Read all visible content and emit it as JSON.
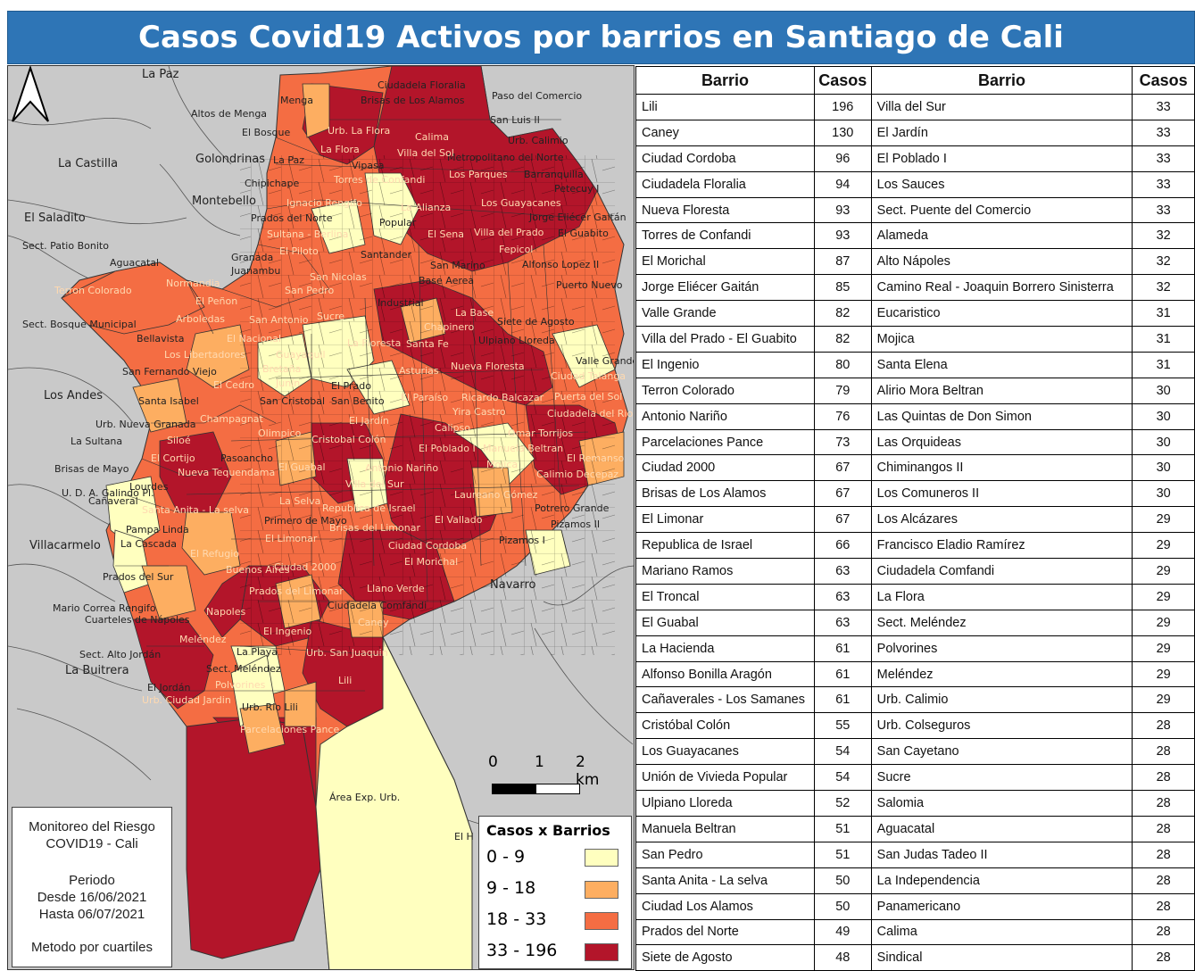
{
  "title": "Casos Covid19 Activos por barrios en Santiago de Cali",
  "info_box": {
    "line1": "Monitoreo del Riesgo",
    "line2": "COVID19 - Cali",
    "line3": "Periodo",
    "line4": "Desde 16/06/2021",
    "line5": "Hasta 06/07/2021",
    "line6": "Metodo por cuartiles"
  },
  "scale": {
    "t0": "0",
    "t1": "1",
    "t2": "2 km"
  },
  "legend": {
    "title": "Casos x Barrios",
    "items": [
      {
        "label": "0 - 9",
        "color": "#ffffbf"
      },
      {
        "label": "9 - 18",
        "color": "#fdae61"
      },
      {
        "label": "18 - 33",
        "color": "#f46d43"
      },
      {
        "label": "33 - 196",
        "color": "#b3152a"
      }
    ]
  },
  "map_labels": {
    "outer": [
      "La Paz",
      "La Castilla",
      "El Saladito",
      "Sect. Patio Bonito",
      "Montebello",
      "Golondrinas",
      "Terron Colorado",
      "Sect. Bosque Municipal",
      "Los Andes",
      "La Sultana",
      "Brisas de Mayo",
      "U. D. A. Galindo Pl.",
      "Villacarmelo",
      "Mario Correa Rengifo",
      "Sect. Alto Jordán",
      "La Buitrera",
      "Navarro",
      "Área Exp. Urb.",
      "Pizamos I",
      "Paso del Comercio",
      "El H"
    ],
    "inner": [
      "Ciudadela Floralia",
      "Brisas de Los Alamos",
      "Menga",
      "Altos de Menga",
      "El Bosque",
      "La Paz",
      "Chipichape",
      "Urb. La Flora",
      "La Flora",
      "Calima",
      "San Luis II",
      "Urb. Calimio",
      "Metropolitano del Norte",
      "Barranquilla",
      "Petecuy I",
      "Villa del Sol",
      "Vipasa",
      "Los Parques",
      "Torres de Confandi",
      "Ignacio Rengifo",
      "Prados del Norte",
      "La Alianza",
      "Los Guayacanes",
      "Jorge Eliécer Gaitán",
      "El Guabito",
      "Villa del Prado",
      "El Sena",
      "Popular",
      "Sultana - Berlina",
      "Fepicol",
      "Alfonso Lopez II",
      "San Marino",
      "Base Aerea",
      "Puerto Nuevo",
      "Aguacatal",
      "Granada",
      "El Piloto",
      "Santander",
      "Juanambu",
      "San Nicolas",
      "San Pedro",
      "Normandia",
      "El Peñon",
      "Industrial",
      "La Base",
      "Siete de Agosto",
      "Arboledas",
      "San Antonio",
      "Sucre",
      "Chapinero",
      "Bellavista",
      "El Nacional",
      "La Floresta",
      "Santa Fe",
      "Ulpiano Lloreda",
      "Los Libertadores",
      "Guayaquil",
      "Valle Grande",
      "San Fernando Viejo",
      "Bretaña",
      "Asturias",
      "Nueva Floresta",
      "Ciudad Talanga",
      "El Cedro",
      "Junín",
      "El Prado",
      "Santa Isabel",
      "San Cristobal",
      "San Benito",
      "El Paraíso",
      "Ricardo Balcazar",
      "Puerta del Sol",
      "Yira Castro",
      "Urb. Nueva Granada",
      "Champagnat",
      "El Jardín",
      "Ciudadela del Rio",
      "Calipso",
      "Omar Torrijos",
      "Olimpico",
      "Cristobal Colón",
      "Siloé",
      "El Poblado I",
      "Manuela Beltran",
      "El Cortijo",
      "Pasoancho",
      "El Remanso",
      "Mojica",
      "Calimio Decepaz",
      "El Guabal",
      "Antonio Nariño",
      "Nueva Tequendama",
      "Villa del Sur",
      "Lourdes",
      "La Selva",
      "Laureano Gómez",
      "Cañaveral",
      "Santa Anita - La selva",
      "Republica de Israel",
      "Potrero Grande",
      "Primero de Mayo",
      "El Vallado",
      "Pizamos II",
      "Pampa Linda",
      "La Cascada",
      "Brisas del Limonar",
      "El Limonar",
      "Ciudad Cordoba",
      "El Refugio",
      "Ciudad 2000",
      "El Morichal",
      "Buenos Aires",
      "Prados del Sur",
      "Prados del Limonar",
      "Llano Verde",
      "Ciudadela Comfandi",
      "Napoles",
      "Cuarteles de Nápoles",
      "Caney",
      "El Ingenio",
      "Meléndez",
      "La Playa",
      "Urb. San Juaquin",
      "Sect. Meléndez",
      "El Jordán",
      "Lili",
      "Polvorines",
      "Urb. Rio Lili",
      "Urb. Ciudad Jardin",
      "Parcelaciones Pance"
    ]
  },
  "table": {
    "headers": [
      "Barrio",
      "Casos",
      "Barrio",
      "Casos"
    ],
    "rows": [
      [
        "Lili",
        "196",
        "Villa del Sur",
        "33"
      ],
      [
        "Caney",
        "130",
        "El Jardín",
        "33"
      ],
      [
        "Ciudad Cordoba",
        "96",
        "El Poblado I",
        "33"
      ],
      [
        "Ciudadela Floralia",
        "94",
        "Los Sauces",
        "33"
      ],
      [
        "Nueva Floresta",
        "93",
        "Sect. Puente del Comercio",
        "33"
      ],
      [
        "Torres de Confandi",
        "93",
        "Alameda",
        "32"
      ],
      [
        "El Morichal",
        "87",
        "Alto Nápoles",
        "32"
      ],
      [
        "Jorge Eliécer Gaitán",
        "85",
        "Camino Real - Joaquin Borrero Sinisterra",
        "32"
      ],
      [
        "Valle Grande",
        "82",
        "Eucaristico",
        "31"
      ],
      [
        "Villa del Prado - El Guabito",
        "82",
        "Mojica",
        "31"
      ],
      [
        "El Ingenio",
        "80",
        "Santa Elena",
        "31"
      ],
      [
        "Terron Colorado",
        "79",
        "Alirio Mora Beltran",
        "30"
      ],
      [
        "Antonio Nariño",
        "76",
        "Las Quintas de Don Simon",
        "30"
      ],
      [
        "Parcelaciones Pance",
        "73",
        "Las Orquideas",
        "30"
      ],
      [
        "Ciudad 2000",
        "67",
        "Chiminangos II",
        "30"
      ],
      [
        "Brisas de Los Alamos",
        "67",
        "Los Comuneros II",
        "30"
      ],
      [
        "El Limonar",
        "67",
        "Los Alcázares",
        "29"
      ],
      [
        "Republica de Israel",
        "66",
        "Francisco Eladio Ramírez",
        "29"
      ],
      [
        "Mariano Ramos",
        "63",
        "Ciudadela Comfandi",
        "29"
      ],
      [
        "El Troncal",
        "63",
        "La Flora",
        "29"
      ],
      [
        "El Guabal",
        "63",
        "Sect. Meléndez",
        "29"
      ],
      [
        "La Hacienda",
        "61",
        "Polvorines",
        "29"
      ],
      [
        "Alfonso Bonilla Aragón",
        "61",
        "Meléndez",
        "29"
      ],
      [
        "Cañaverales - Los Samanes",
        "61",
        "Urb. Calimio",
        "29"
      ],
      [
        "Cristóbal Colón",
        "55",
        "Urb. Colseguros",
        "28"
      ],
      [
        "Los Guayacanes",
        "54",
        "San Cayetano",
        "28"
      ],
      [
        "Unión de Vivieda Popular",
        "54",
        "Sucre",
        "28"
      ],
      [
        "Ulpiano Lloreda",
        "52",
        "Salomia",
        "28"
      ],
      [
        "Manuela Beltran",
        "51",
        "Aguacatal",
        "28"
      ],
      [
        "San Pedro",
        "51",
        "San Judas Tadeo II",
        "28"
      ],
      [
        "Santa Anita - La selva",
        "50",
        "La Independencia",
        "28"
      ],
      [
        "Ciudad Los Alamos",
        "50",
        "Panamericano",
        "28"
      ],
      [
        "Prados del Norte",
        "49",
        "Calima",
        "28"
      ],
      [
        "Siete de Agosto",
        "48",
        "Sindical",
        "28"
      ]
    ]
  }
}
